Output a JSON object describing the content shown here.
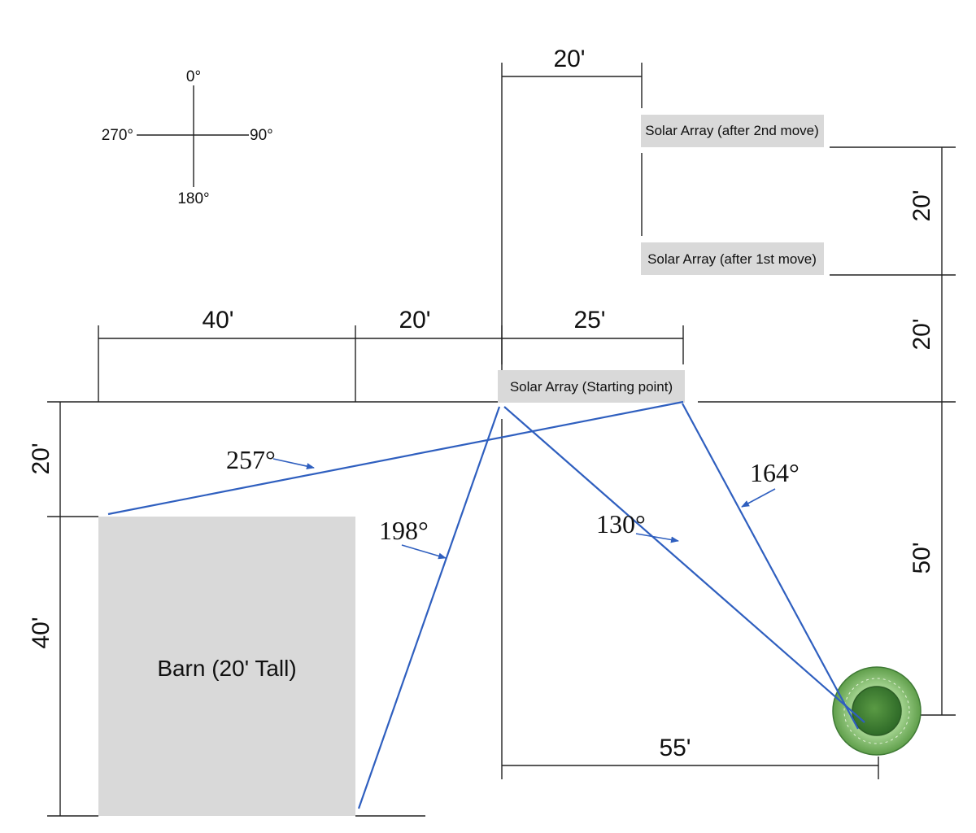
{
  "compass": {
    "north": "0°",
    "east": "90°",
    "south": "180°",
    "west": "270°"
  },
  "dimensions": {
    "barn_width": "40'",
    "barn_to_array_gap": "20'",
    "array_width": "25'",
    "top_offset": "20'",
    "array_to_barn_vertical": "20'",
    "barn_depth": "40'",
    "move1_rise": "20'",
    "move2_rise": "20'",
    "array_to_tree_vertical": "50'",
    "array_to_tree_horizontal": "55'"
  },
  "labels": {
    "barn": "Barn (20' Tall)",
    "array_start": "Solar Array (Starting point)",
    "array_move1": "Solar Array (after 1st move)",
    "array_move2": "Solar Array (after 2nd move)"
  },
  "angles": {
    "a257": "257°",
    "a198": "198°",
    "a130": "130°",
    "a164": "164°"
  },
  "colors": {
    "ray": "#2f5fbf",
    "box": "#d9d9d9",
    "tree": "#4c8a3a"
  },
  "icons": {
    "tree": "tree-icon",
    "compass": "compass-rose"
  }
}
